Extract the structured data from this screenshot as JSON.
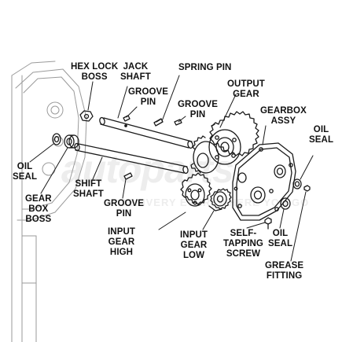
{
  "watermark": {
    "brand": "autoparts",
    "tagline": "DELIVERY EVERYWHERE YOU GO"
  },
  "labels": {
    "hex_lock_boss": [
      "HEX LOCK",
      "BOSS"
    ],
    "jack_shaft": [
      "JACK",
      "SHAFT"
    ],
    "spring_pin": [
      "SPRING PIN"
    ],
    "groove_pin_top": [
      "GROOVE",
      "PIN"
    ],
    "groove_pin_right": [
      "GROOVE",
      "PIN"
    ],
    "output_gear": [
      "OUTPUT",
      "GEAR"
    ],
    "gearbox_assy": [
      "GEARBOX",
      "ASSY"
    ],
    "oil_seal_right": [
      "OIL",
      "SEAL"
    ],
    "oil_seal_left": [
      "OIL",
      "SEAL"
    ],
    "gear_box_boss": [
      "GEAR",
      "BOX",
      "BOSS"
    ],
    "shift_shaft": [
      "SHIFT",
      "SHAFT"
    ],
    "groove_pin_bottom": [
      "GROOVE",
      "PIN"
    ],
    "input_gear_high": [
      "INPUT",
      "GEAR",
      "HIGH"
    ],
    "input_gear_low": [
      "INPUT",
      "GEAR",
      "LOW"
    ],
    "self_tapping_screw": [
      "SELF-",
      "TAPPING",
      "SCREW"
    ],
    "oil_seal_bottom": [
      "OIL",
      "SEAL"
    ],
    "grease_fitting": [
      "GREASE",
      "FITTING"
    ]
  },
  "colors": {
    "line": "#1a1a1a",
    "watermark": "#ececec",
    "background": "#ffffff"
  }
}
